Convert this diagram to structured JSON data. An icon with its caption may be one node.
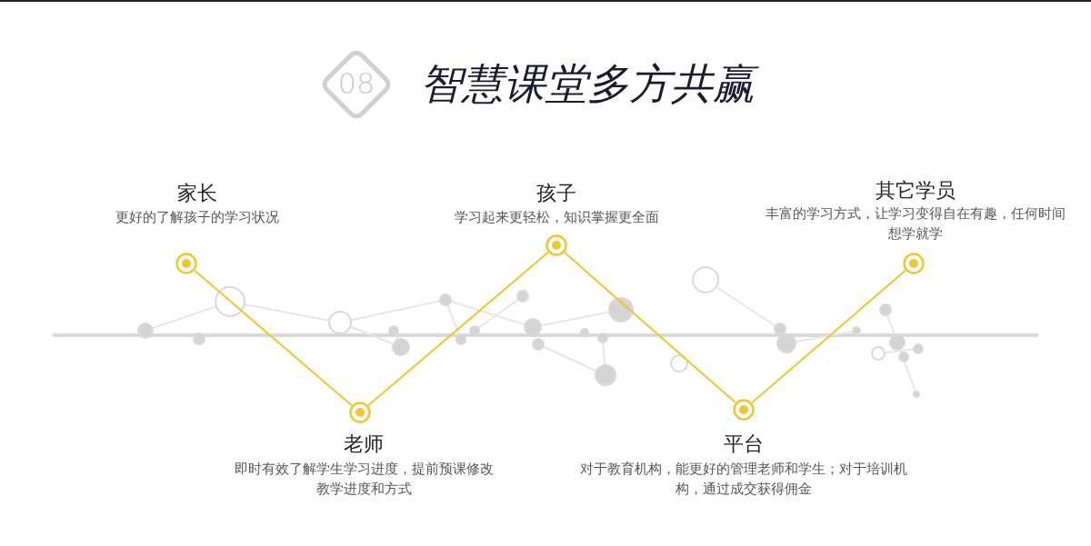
{
  "diagram": {
    "title": "智慧课堂多方共赢",
    "nodes": [
      {
        "text": [
          "08"
        ]
      },
      {
        "text": [],
        "shape": "circle",
        "beside": [
          "家长",
          "更好的了解孩子的学习状况"
        ]
      },
      {
        "text": [],
        "shape": "circle",
        "beside": [
          "老师",
          "即时有效了解学生学习进度，提前预课修改教学进度和方式"
        ]
      },
      {
        "text": [],
        "shape": "circle",
        "beside": [
          "孩子",
          "学习起来更轻松，知识掌握更全面"
        ]
      },
      {
        "text": [],
        "shape": "circle",
        "beside": [
          "平台",
          "对于教育机构，能更好的管理老师和学生；对于培训机构，通过成交获得佣金"
        ]
      },
      {
        "text": [],
        "shape": "circle",
        "beside": [
          "其它学员",
          "丰富的学习方式，让学习变得自在有趣，任何时间想学就学"
        ]
      }
    ],
    "edges": [
      {
        "from": 1,
        "to": 2,
        "arrow": "none"
      },
      {
        "from": 2,
        "to": 3,
        "arrow": "none"
      },
      {
        "from": 3,
        "to": 4,
        "arrow": "none"
      },
      {
        "from": 4,
        "to": 5,
        "arrow": "none"
      }
    ]
  }
}
